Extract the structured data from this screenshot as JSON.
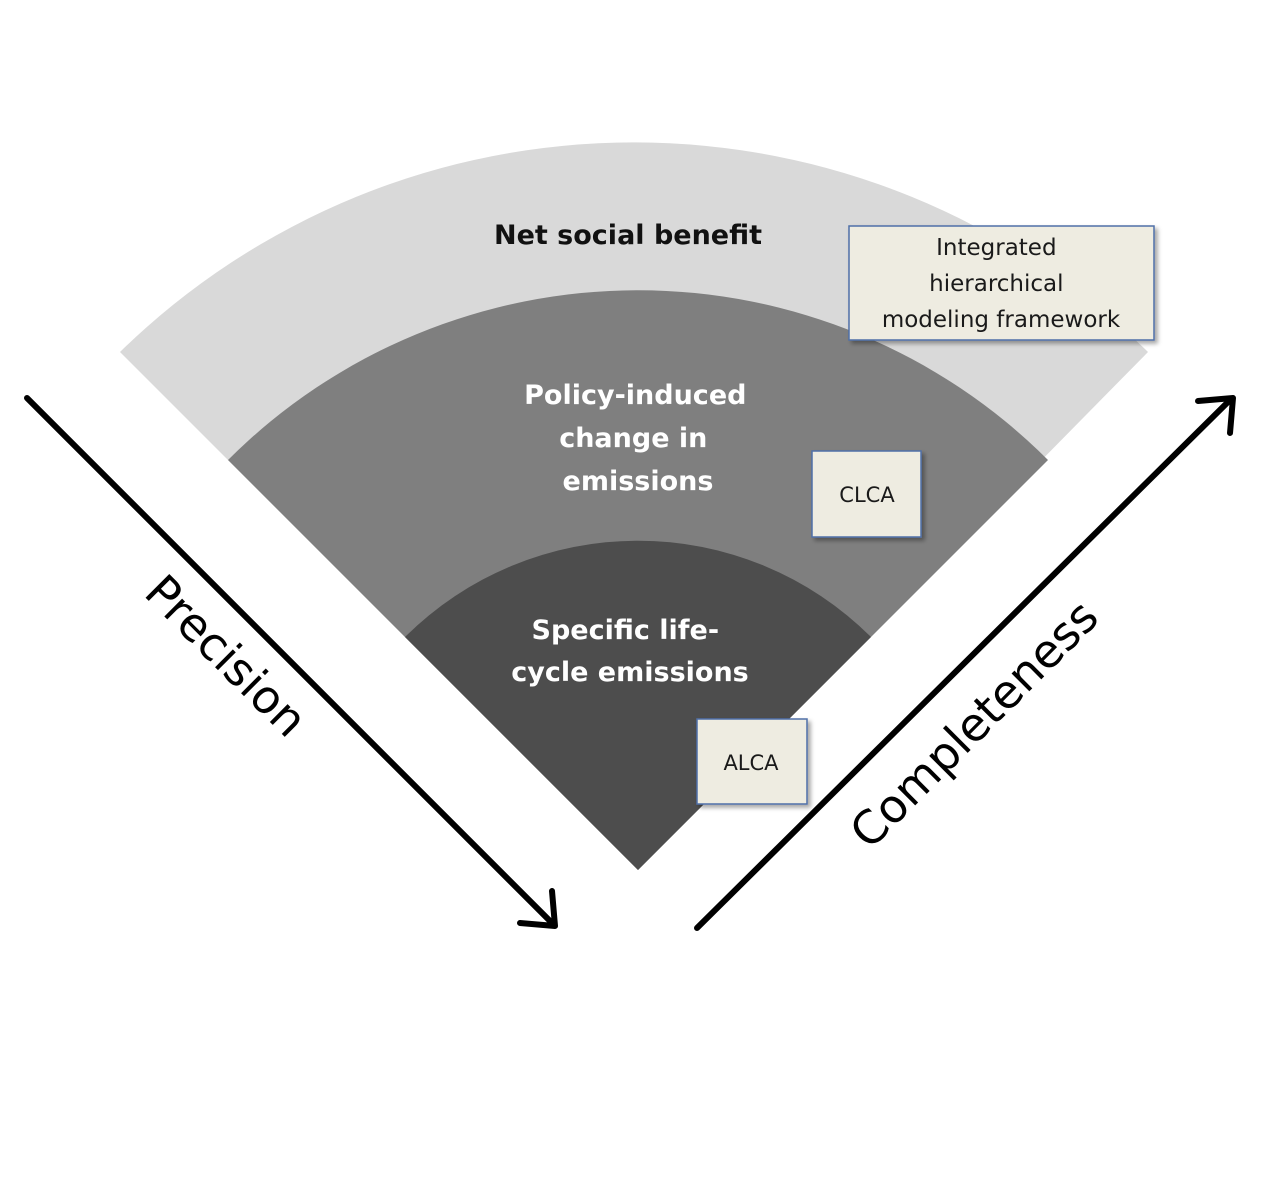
{
  "colors": {
    "outer_sector": "#d9d9d9",
    "middle_sector": "#7f7f7f",
    "inner_sector": "#4d4d4d",
    "label_box_fill": "#eeece1",
    "label_box_border": "#4f6fa8",
    "arrow": "#000000",
    "dark_text": "#111111",
    "light_text": "#ffffff"
  },
  "sectors": {
    "outer": {
      "label_lines": [
        "Net social benefit"
      ]
    },
    "middle": {
      "label_lines": [
        "Policy-induced",
        "change in",
        "emissions"
      ]
    },
    "inner": {
      "label_lines": [
        "Specific life-",
        "cycle emissions"
      ]
    }
  },
  "boxes": {
    "framework": {
      "label_lines": [
        "Integrated",
        "hierarchical",
        "modeling framework"
      ]
    },
    "clca": {
      "label": "CLCA"
    },
    "alca": {
      "label": "ALCA"
    }
  },
  "axes": {
    "precision": {
      "label": "Precision",
      "icon": "arrow-down-right-icon"
    },
    "completeness": {
      "label": "Completeness",
      "icon": "arrow-up-right-icon"
    }
  }
}
